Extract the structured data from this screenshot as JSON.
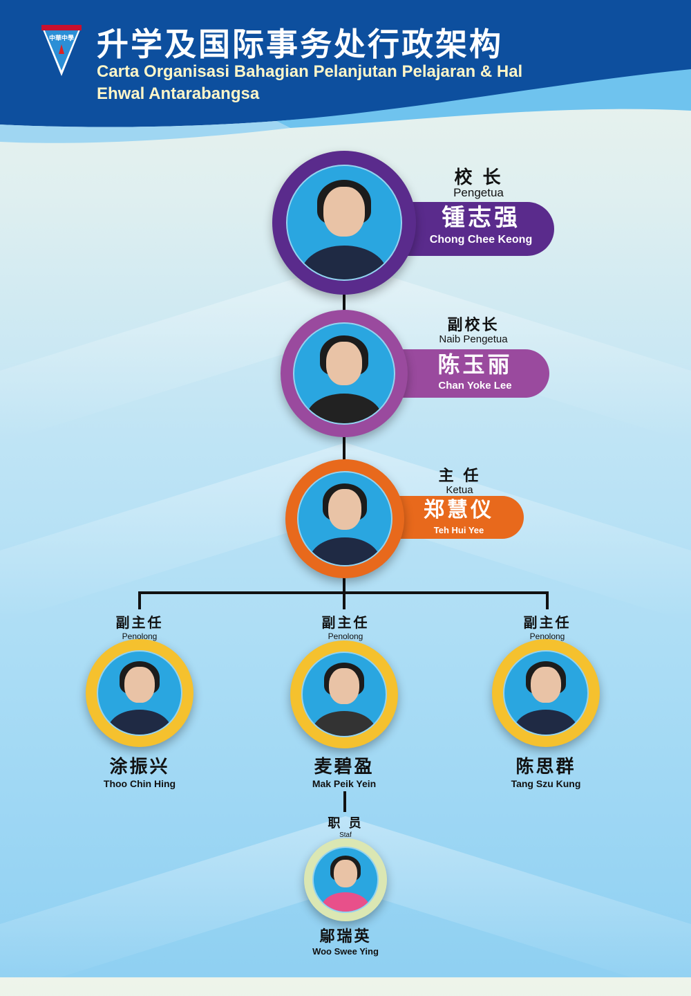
{
  "header": {
    "title_zh": "升学及国际事务处行政架构",
    "title_ms": "Carta Organisasi Bahagian Pelanjutan Pelajaran & Hal Ehwal Antarabangsa",
    "logo_text": "中華中學"
  },
  "colors": {
    "header": "#0d4f9e",
    "principal": "#5a2b8c",
    "deputy": "#9a4a9e",
    "head": "#e8691c",
    "assistant": "#f5c12e",
    "staff": "#dbe7b3"
  },
  "principal": {
    "role_zh": "校 长",
    "role_ms": "Pengetua",
    "name_zh": "锺志强",
    "name_en": "Chong Chee Keong"
  },
  "deputy": {
    "role_zh": "副校长",
    "role_ms": "Naib Pengetua",
    "name_zh": "陈玉丽",
    "name_en": "Chan Yoke Lee"
  },
  "head": {
    "role_zh": "主 任",
    "role_ms": "Ketua",
    "name_zh": "郑慧仪",
    "name_en": "Teh Hui Yee"
  },
  "assistants": [
    {
      "role_zh": "副主任",
      "role_ms": "Penolong",
      "name_zh": "涂振兴",
      "name_en": "Thoo Chin Hing"
    },
    {
      "role_zh": "副主任",
      "role_ms": "Penolong",
      "name_zh": "麦碧盈",
      "name_en": "Mak Peik Yein"
    },
    {
      "role_zh": "副主任",
      "role_ms": "Penolong",
      "name_zh": "陈思群",
      "name_en": "Tang Szu Kung"
    }
  ],
  "staff": {
    "role_zh": "职 员",
    "role_ms": "Staf",
    "name_zh": "鄔瑞英",
    "name_en": "Woo Swee Ying"
  }
}
